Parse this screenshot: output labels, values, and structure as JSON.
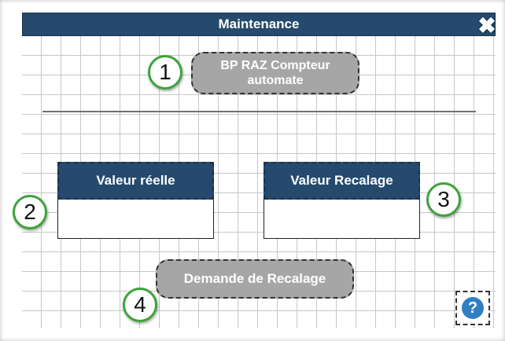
{
  "window": {
    "title": "Maintenance",
    "close_glyph": "✖"
  },
  "buttons": {
    "raz_line1": "BP RAZ Compteur",
    "raz_line2": "automate",
    "recalage": "Demande de Recalage"
  },
  "fields": {
    "valeur_reelle": {
      "label": "Valeur réelle",
      "value": ""
    },
    "valeur_recalage": {
      "label": "Valeur Recalage",
      "value": ""
    }
  },
  "callouts": [
    "1",
    "2",
    "3",
    "4"
  ],
  "help": {
    "glyph": "?"
  },
  "icons": {
    "close": "close-icon",
    "help": "help-icon"
  },
  "colors": {
    "title_bar": "#254a6e",
    "button_gray": "#a6a6a6",
    "callout_border": "#3ea33a",
    "help_blue": "#2f7fc1"
  }
}
